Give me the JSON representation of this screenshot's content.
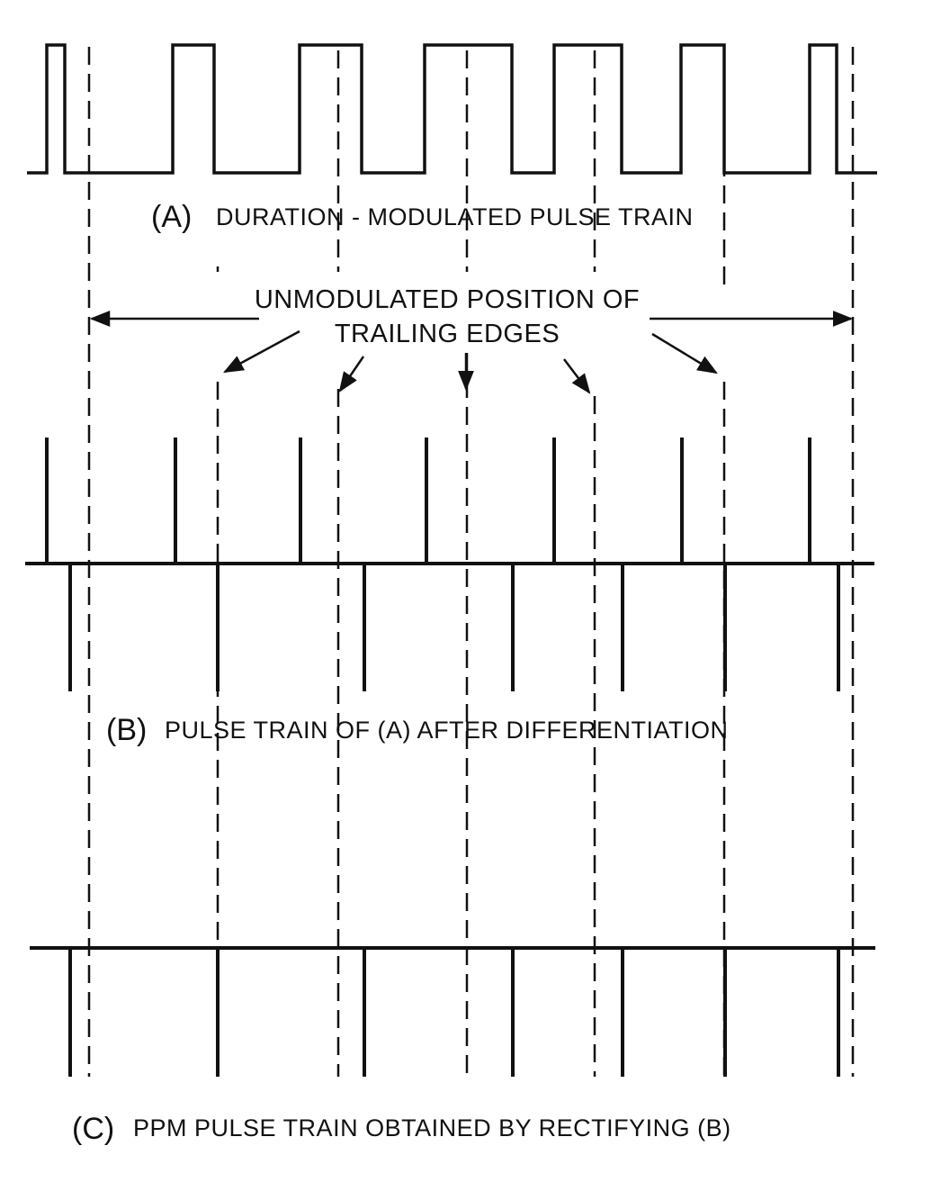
{
  "captions": {
    "a": {
      "letter": "(A)",
      "text": "DURATION - MODULATED PULSE TRAIN"
    },
    "b": {
      "letter": "(B)",
      "text": "PULSE TRAIN OF (A) AFTER DIFFERENTIATION"
    },
    "c": {
      "letter": "(C)",
      "text": "PPM PULSE TRAIN OBTAINED BY RECTIFYING (B)"
    }
  },
  "annotation": {
    "line1": "UNMODULATED POSITION OF",
    "line2": "TRAILING EDGES"
  },
  "colors": {
    "ink": "#111111",
    "paper": "#ffffff"
  }
}
